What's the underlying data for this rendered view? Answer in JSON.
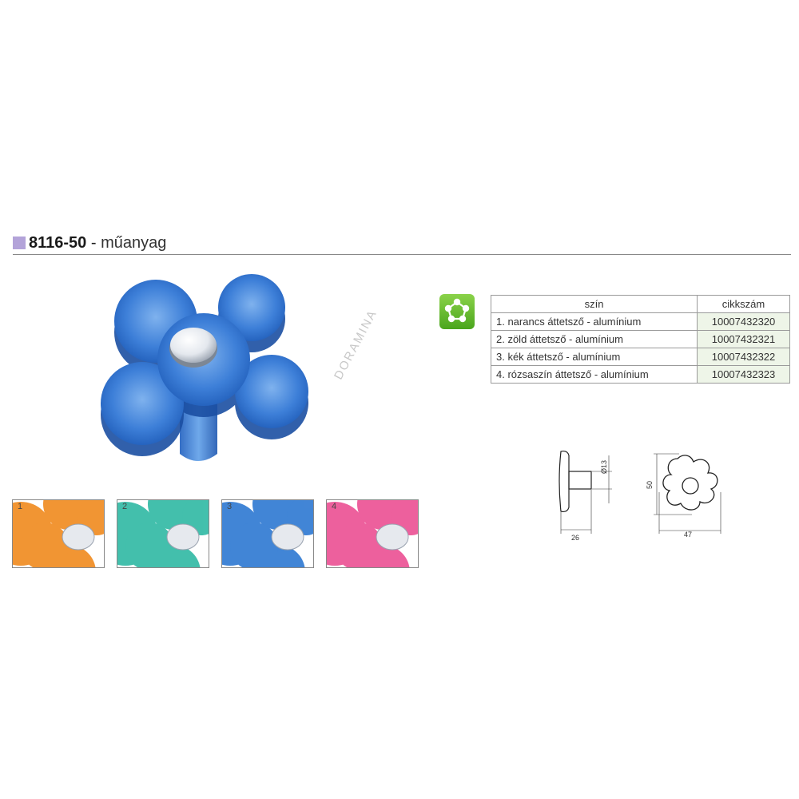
{
  "header": {
    "code": "8116-50",
    "separator": " - ",
    "material": "műanyag",
    "accent_color": "#b3a3d9"
  },
  "watermark": "DORAMINA",
  "icons": {
    "eco": "eco-flower-icon"
  },
  "table": {
    "headers": {
      "color": "szín",
      "code": "cikkszám"
    },
    "rows": [
      {
        "color": "1. narancs áttetsző - alumínium",
        "code": "10007432320"
      },
      {
        "color": "2. zöld áttetsző - alumínium",
        "code": "10007432321"
      },
      {
        "color": "3. kék áttetsző - alumínium",
        "code": "10007432322"
      },
      {
        "color": "4. rózsaszín áttetsző - alumínium",
        "code": "10007432323"
      }
    ]
  },
  "variants": [
    {
      "label": "1",
      "color": "#f08a1e"
    },
    {
      "label": "2",
      "color": "#2fb9a4"
    },
    {
      "label": "3",
      "color": "#2d78d2"
    },
    {
      "label": "4",
      "color": "#ec4f93"
    }
  ],
  "main_color": "#2d6fd0",
  "dimensions": {
    "diameter": "Ø13",
    "depth": "26",
    "height": "50",
    "width": "47"
  }
}
